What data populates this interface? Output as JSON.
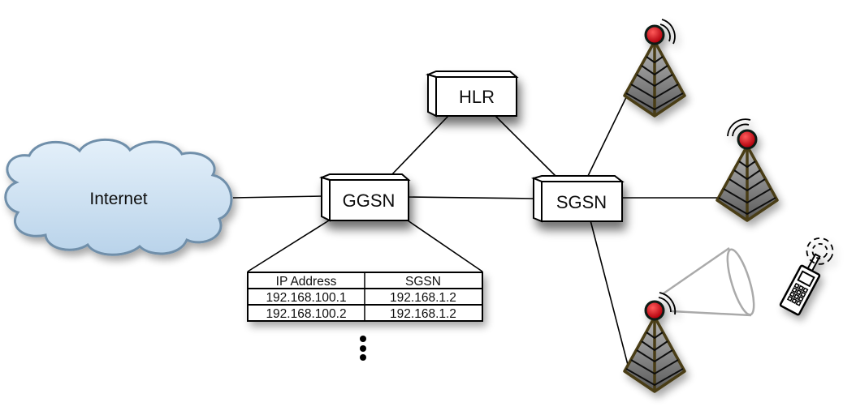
{
  "title": "GPRS core network diagram",
  "colors": {
    "cloud_fill": "#cfe3f3",
    "cloud_stroke": "#6f8faa",
    "tower_frame": "#4a3d12",
    "tower_beacon": "#d0121b",
    "beam": "#aaaaaa"
  },
  "cloud": {
    "label": "Internet",
    "icon": "cloud-icon"
  },
  "nodes": {
    "ggsn": {
      "label": "GGSN",
      "icon": "server-box-icon"
    },
    "hlr": {
      "label": "HLR",
      "icon": "server-box-icon"
    },
    "sgsn": {
      "label": "SGSN",
      "icon": "server-box-icon"
    }
  },
  "table": {
    "headers": [
      "IP Address",
      "SGSN"
    ],
    "rows": [
      [
        "192.168.100.1",
        "192.168.1.2"
      ],
      [
        "192.168.100.2",
        "192.168.1.2"
      ]
    ],
    "continuation": "ellipsis-vertical-icon"
  },
  "towers": [
    {
      "name": "tower-top",
      "icon": "cell-tower-icon"
    },
    {
      "name": "tower-middle",
      "icon": "cell-tower-icon"
    },
    {
      "name": "tower-bottom",
      "icon": "cell-tower-icon"
    }
  ],
  "mobile": {
    "icon": "mobile-phone-icon",
    "beam_icon": "signal-beam-icon"
  },
  "links": [
    "internet-ggsn",
    "ggsn-hlr",
    "hlr-sgsn",
    "ggsn-sgsn",
    "sgsn-tower-top",
    "sgsn-tower-middle",
    "sgsn-tower-bottom"
  ]
}
